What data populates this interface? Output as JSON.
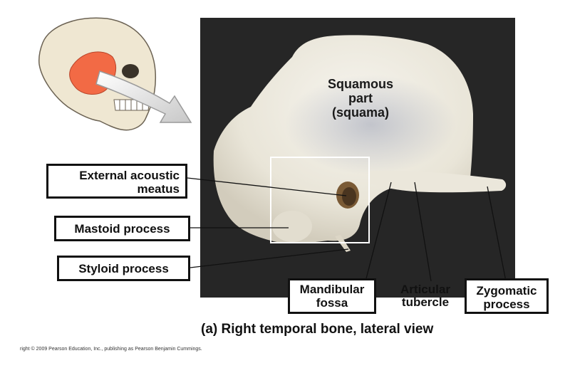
{
  "figure": {
    "squama_label_lines": [
      "Squamous",
      "part",
      "(squama)"
    ],
    "labels": {
      "external_acoustic_meatus": [
        "External acoustic",
        "meatus"
      ],
      "mastoid_process": "Mastoid process",
      "styloid_process": "Styloid process",
      "mandibular_fossa": [
        "Mandibular",
        "fossa"
      ],
      "articular_tubercle": [
        "Articular",
        "tubercle"
      ],
      "zygomatic_process": [
        "Zygomatic",
        "process"
      ]
    },
    "caption": "(a) Right temporal bone, lateral view",
    "copyright": "right © 2009 Pearson Education, Inc., publishing as Pearson Benjamin Cummings."
  },
  "colors": {
    "photo_background": "#262626",
    "bone": "#ece8dc",
    "temporal_highlight": "#f26a45",
    "skull": "#efe7d2"
  }
}
